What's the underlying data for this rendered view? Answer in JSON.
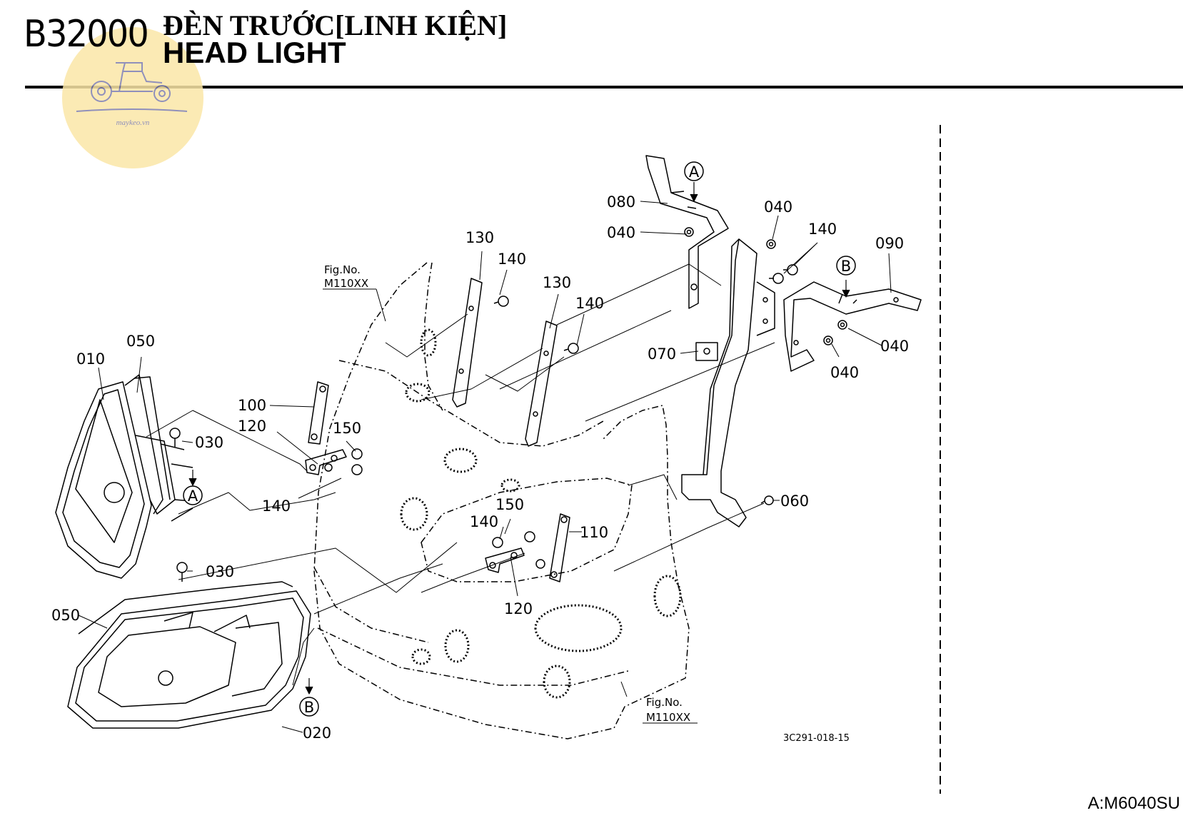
{
  "header": {
    "code": "B32000",
    "title_vn": "ĐÈN TRƯỚC[LINH KIỆN]",
    "title_en": "HEAD LIGHT"
  },
  "logo": {
    "caption": "maykeo.vn"
  },
  "diagram": {
    "callouts": {
      "c010": "010",
      "c050a": "050",
      "c030a": "030",
      "c100": "100",
      "c120a": "120",
      "c150a": "150",
      "c140a": "140",
      "c130a": "130",
      "c140b": "140",
      "c130b": "130",
      "c140c": "140",
      "c080": "080",
      "c040a": "040",
      "c040b": "040",
      "c140d": "140",
      "c090": "090",
      "c040c": "040",
      "c040d": "040",
      "c070": "070",
      "c060": "060",
      "c150b": "150",
      "c140e": "140",
      "c110": "110",
      "c120b": "120",
      "c030b": "030",
      "c050b": "050",
      "c020": "020"
    },
    "markers": {
      "a1": "A",
      "a2": "A",
      "b1": "B",
      "b2": "B"
    },
    "fig_refs": [
      {
        "label": "Fig.No.",
        "number": "M110XX"
      },
      {
        "label": "Fig.No.",
        "number": "M110XX"
      }
    ],
    "drawing_code": "3C291-018-15"
  },
  "footer": {
    "model": "A:M6040SU"
  }
}
